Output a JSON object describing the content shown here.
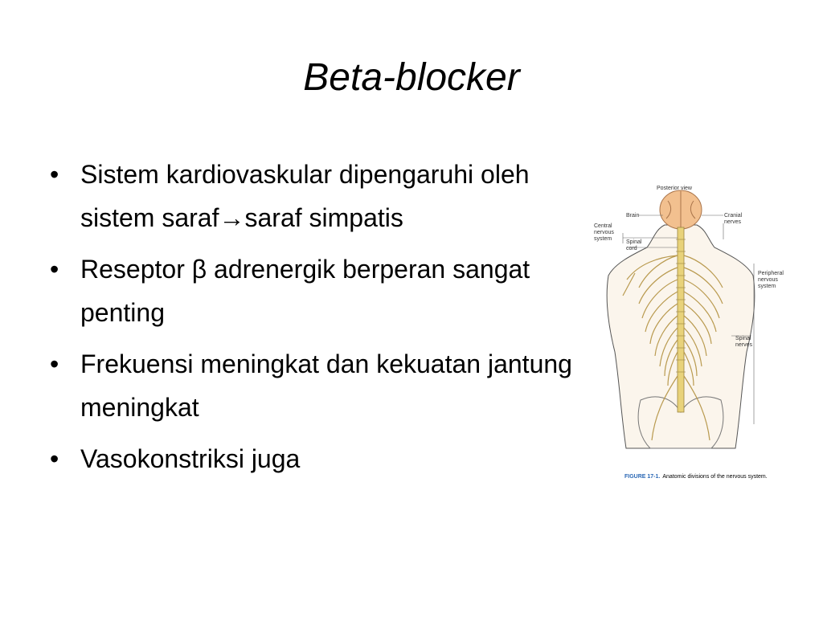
{
  "slide": {
    "title": "Beta-blocker",
    "bullets": [
      {
        "parts": [
          "Sistem kardiovaskular dipengaruhi oleh sistem saraf",
          "→",
          "saraf simpatis"
        ]
      },
      {
        "parts": [
          "Reseptor β adrenergik berperan sangat penting"
        ]
      },
      {
        "parts": [
          "Frekuensi meningkat dan kekuatan jantung meningkat"
        ]
      },
      {
        "parts": [
          "Vasokonstriksi juga"
        ]
      }
    ],
    "bullet_char": "•"
  },
  "figure": {
    "labels": {
      "view": "Posterior view",
      "brain": "Brain",
      "cns": [
        "Central",
        "nervous",
        "system"
      ],
      "cord": [
        "Spinal",
        "cord"
      ],
      "cranial": [
        "Cranial",
        "nerves"
      ],
      "pns": [
        "Peripheral",
        "nervous",
        "system"
      ],
      "spinal": [
        "Spinal",
        "nerves"
      ]
    },
    "caption_label": "FIGURE 17-1.",
    "caption_text": "Anatomic divisions of the nervous system.",
    "colors": {
      "brain": "#f2c08f",
      "nerve": "#e8d27a",
      "outline": "#555555"
    }
  }
}
